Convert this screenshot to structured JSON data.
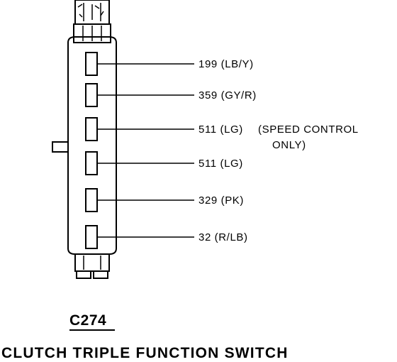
{
  "connector": {
    "id": "C274",
    "title": "CLUTCH TRIPLE FUNCTION SWITCH"
  },
  "pins": [
    {
      "label": "199 (LB/Y)",
      "note": ""
    },
    {
      "label": "359 (GY/R)",
      "note": ""
    },
    {
      "label": "511 (LG)",
      "note": "(SPEED CONTROL",
      "note2": "ONLY)"
    },
    {
      "label": "511 (LG)",
      "note": ""
    },
    {
      "label": "329 (PK)",
      "note": ""
    },
    {
      "label": "32 (R/LB)",
      "note": ""
    }
  ]
}
